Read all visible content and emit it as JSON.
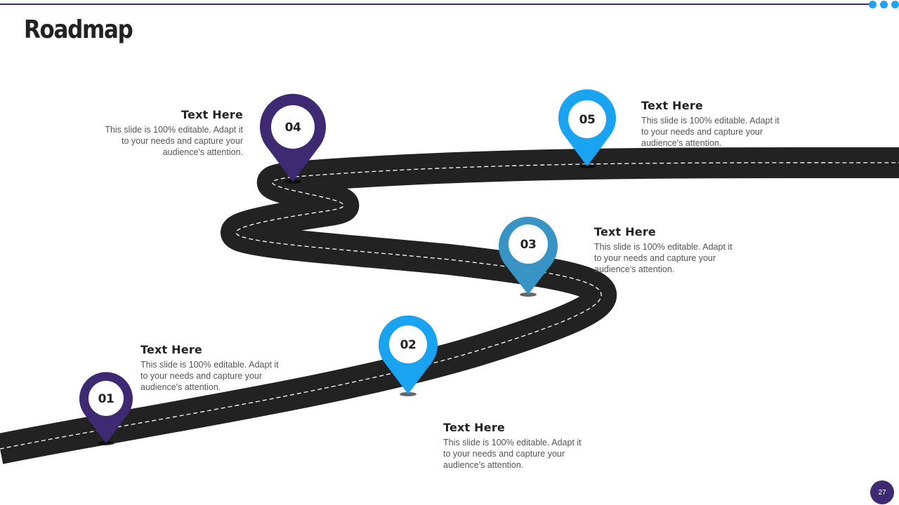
{
  "title": "Roadmap",
  "page_number": "27",
  "colors": {
    "accent_dark": "#3d2a73",
    "accent_blue": "#1aa3f0",
    "accent_teal": "#3894c4",
    "road": "#222222"
  },
  "milestones": [
    {
      "label": "01",
      "heading": "Text Here",
      "body": "This slide is 100% editable. Adapt it to your needs and capture your audience's attention."
    },
    {
      "label": "02",
      "heading": "Text Here",
      "body": "This slide is 100% editable. Adapt it to your needs and capture your audience's attention."
    },
    {
      "label": "03",
      "heading": "Text Here",
      "body": "This slide is 100% editable. Adapt it to your needs and capture your audience's attention."
    },
    {
      "label": "04",
      "heading": "Text Here",
      "body": "This slide is 100% editable. Adapt it to your needs and capture your audience's attention."
    },
    {
      "label": "05",
      "heading": "Text Here",
      "body": "This slide is 100% editable. Adapt it to your needs and capture your audience's attention."
    }
  ]
}
